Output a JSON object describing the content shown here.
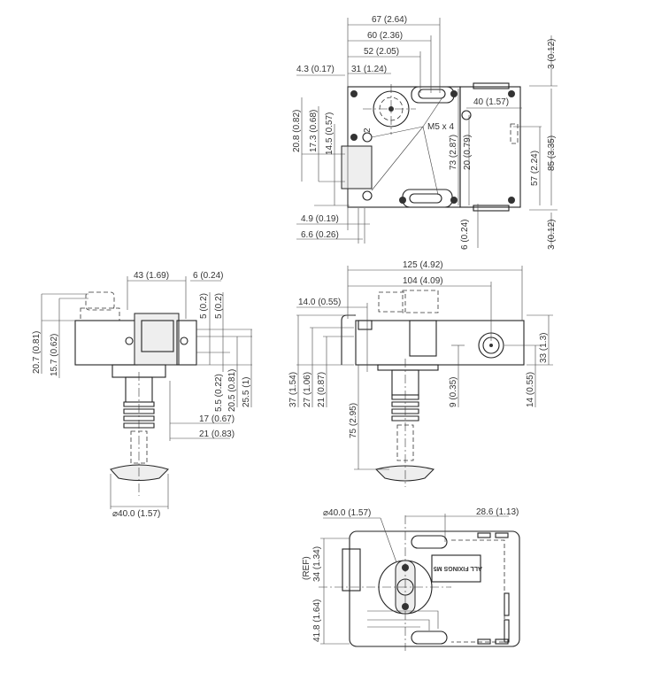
{
  "top_view": {
    "dims": {
      "d67": "67 (2.64)",
      "d60": "60 (2.36)",
      "d52": "52 (2.05)",
      "d31": "31 (1.24)",
      "d4_3": "4.3 (0.17)",
      "m5": "M5 x 4",
      "d40": "40 (1.57)",
      "d20_8": "20.8 (0.82)",
      "d17_3": "17.3 (0.68)",
      "d14_5": "14.5 (0.57)",
      "d73": "73 (2.87)",
      "d20": "20 (0.79)",
      "d57": "57 (2.24)",
      "d85": "85 (3.35)",
      "d3_top": "3 (0.12)",
      "d3_bottom": "3 (0.12)",
      "d6": "6 (0.24)",
      "d4_9": "4.9 (0.19)",
      "d6_6": "6.6 (0.26)",
      "ref2": "2"
    }
  },
  "side_view": {
    "dims": {
      "d43": "43 (1.69)",
      "d6": "6 (0.24)",
      "d20_7": "20.7 (0.81)",
      "d15_7": "15.7 (0.62)",
      "d5a": "5 (0.2)",
      "d5b": "5 (0.2)",
      "d5_5": "5.5 (0.22)",
      "d20_5": "20.5 (0.81)",
      "d25_5": "25.5 (1)",
      "d17": "17 (0.67)",
      "d21": "21 (0.83)",
      "dia40": "⌀40.0 (1.57)"
    }
  },
  "front_view": {
    "dims": {
      "d125": "125 (4.92)",
      "d104": "104 (4.09)",
      "d14_0": "14.0 (0.55)",
      "d37": "37 (1.54)",
      "d27": "27 (1.06)",
      "d21": "21 (0.87)",
      "d75": "75 (2.95)",
      "d9": "9 (0.35)",
      "d33": "33 (1.3)",
      "d14": "14 (0.55)"
    }
  },
  "bottom_view": {
    "dims": {
      "dia40": "⌀40.0 (1.57)",
      "d28_6": "28.6 (1.13)",
      "ref": "(REF)",
      "d34": "34 (1.34)",
      "d41_8": "41.8 (1.64)"
    },
    "label": "ALL FIXINGS M5"
  }
}
